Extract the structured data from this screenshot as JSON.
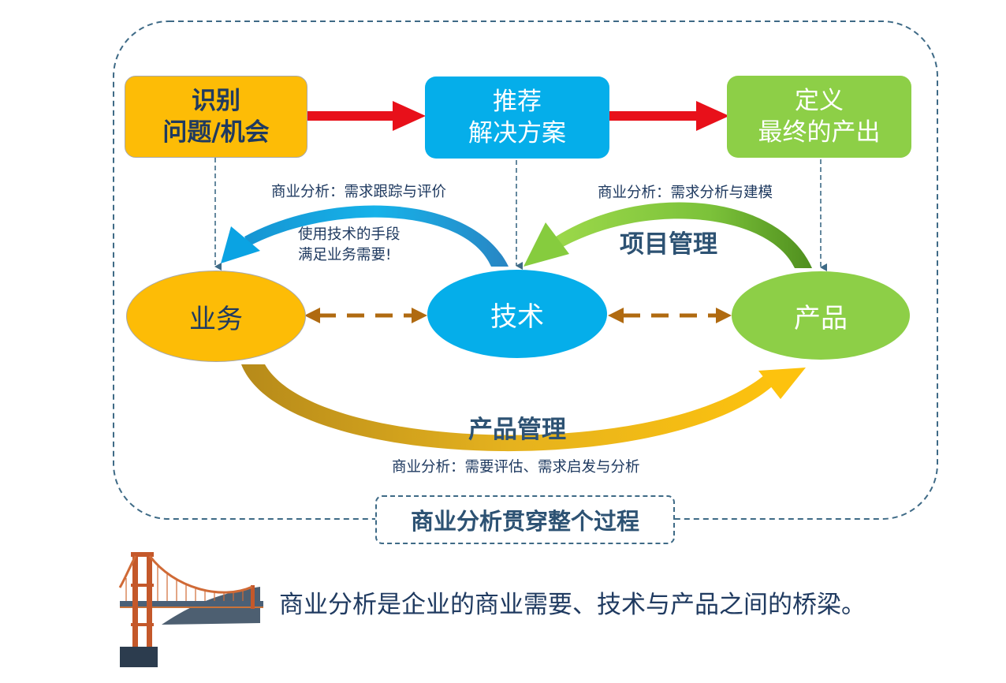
{
  "top_boxes": {
    "identify": {
      "line1": "识别",
      "line2": "问题/机会"
    },
    "recommend": {
      "line1": "推荐",
      "line2": "解决方案"
    },
    "define": {
      "line1": "定义",
      "line2": "最终的产出"
    }
  },
  "nodes": {
    "business": "业务",
    "technology": "技术",
    "product": "产品"
  },
  "labels": {
    "ba_tracking": "商业分析：需求跟踪与评价",
    "ba_modeling": "商业分析：需求分析与建模",
    "tech_means_line1": "使用技术的手段",
    "tech_means_line2": "满足业务需要!",
    "project_management": "项目管理",
    "product_management": "产品管理",
    "ba_evaluation": "商业分析：需要评估、需求启发与分析"
  },
  "footer": {
    "box": "商业分析贯穿整个过程",
    "caption": "商业分析是企业的商业需要、技术与产品之间的桥梁。"
  },
  "colors": {
    "yellow": "#fdbc06",
    "blue": "#05aeea",
    "green": "#8dcf47",
    "red_arrow": "#e8101a",
    "brown_arrow": "#b06a10",
    "dashed_frame": "#3e6a86",
    "text_dark": "#1f3a60"
  }
}
